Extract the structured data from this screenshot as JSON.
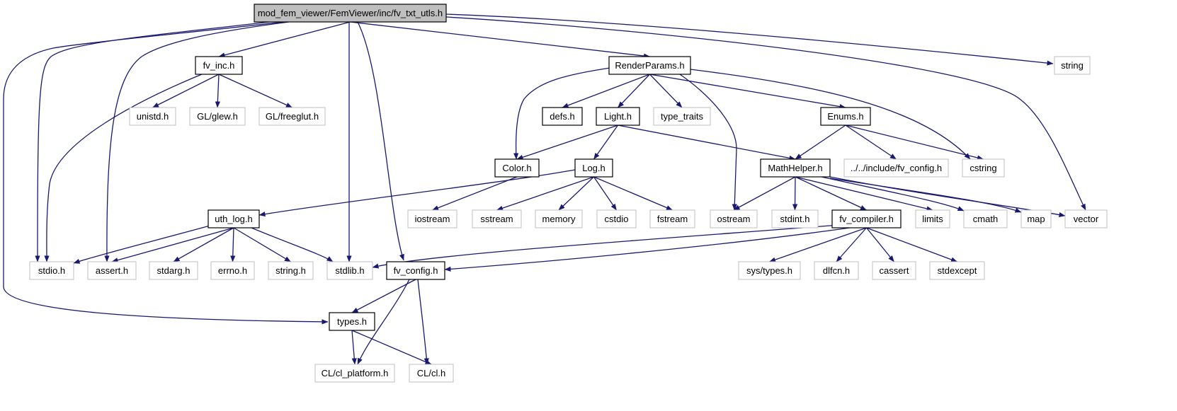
{
  "colors": {
    "edge": "#191970",
    "root_fill": "#bfbfbf",
    "node_fill": "#ffffff",
    "documented_border": "#000000",
    "external_border": "#bfbfbf",
    "text": "#000000"
  },
  "nodes": [
    {
      "id": "root",
      "label": "mod_fem_viewer/FemViewer/inc/fv_txt_utls.h",
      "kind": "root"
    },
    {
      "id": "fv_inc",
      "label": "fv_inc.h",
      "kind": "documented"
    },
    {
      "id": "renderparams",
      "label": "RenderParams.h",
      "kind": "documented"
    },
    {
      "id": "string",
      "label": "string",
      "kind": "external"
    },
    {
      "id": "unistd",
      "label": "unistd.h",
      "kind": "external"
    },
    {
      "id": "glew",
      "label": "GL/glew.h",
      "kind": "external"
    },
    {
      "id": "freeglut",
      "label": "GL/freeglut.h",
      "kind": "external"
    },
    {
      "id": "defs",
      "label": "defs.h",
      "kind": "documented"
    },
    {
      "id": "light",
      "label": "Light.h",
      "kind": "documented"
    },
    {
      "id": "type_traits",
      "label": "type_traits",
      "kind": "external"
    },
    {
      "id": "enums",
      "label": "Enums.h",
      "kind": "documented"
    },
    {
      "id": "color",
      "label": "Color.h",
      "kind": "documented"
    },
    {
      "id": "log",
      "label": "Log.h",
      "kind": "documented"
    },
    {
      "id": "mathhelper",
      "label": "MathHelper.h",
      "kind": "documented"
    },
    {
      "id": "inc_fv_config",
      "label": "../../include/fv_config.h",
      "kind": "external"
    },
    {
      "id": "cstring",
      "label": "cstring",
      "kind": "external"
    },
    {
      "id": "uth_log",
      "label": "uth_log.h",
      "kind": "documented"
    },
    {
      "id": "iostream",
      "label": "iostream",
      "kind": "external"
    },
    {
      "id": "sstream",
      "label": "sstream",
      "kind": "external"
    },
    {
      "id": "memory",
      "label": "memory",
      "kind": "external"
    },
    {
      "id": "cstdio",
      "label": "cstdio",
      "kind": "external"
    },
    {
      "id": "fstream",
      "label": "fstream",
      "kind": "external"
    },
    {
      "id": "ostream",
      "label": "ostream",
      "kind": "external"
    },
    {
      "id": "stdint",
      "label": "stdint.h",
      "kind": "external"
    },
    {
      "id": "fv_compiler",
      "label": "fv_compiler.h",
      "kind": "documented"
    },
    {
      "id": "limits",
      "label": "limits",
      "kind": "external"
    },
    {
      "id": "cmath",
      "label": "cmath",
      "kind": "external"
    },
    {
      "id": "map",
      "label": "map",
      "kind": "external"
    },
    {
      "id": "vector",
      "label": "vector",
      "kind": "external"
    },
    {
      "id": "stdio",
      "label": "stdio.h",
      "kind": "external"
    },
    {
      "id": "assert",
      "label": "assert.h",
      "kind": "external"
    },
    {
      "id": "stdarg",
      "label": "stdarg.h",
      "kind": "external"
    },
    {
      "id": "errno",
      "label": "errno.h",
      "kind": "external"
    },
    {
      "id": "string_h",
      "label": "string.h",
      "kind": "external"
    },
    {
      "id": "stdlib",
      "label": "stdlib.h",
      "kind": "external"
    },
    {
      "id": "fv_config",
      "label": "fv_config.h",
      "kind": "documented"
    },
    {
      "id": "sys_types",
      "label": "sys/types.h",
      "kind": "external"
    },
    {
      "id": "dlfcn",
      "label": "dlfcn.h",
      "kind": "external"
    },
    {
      "id": "cassert",
      "label": "cassert",
      "kind": "external"
    },
    {
      "id": "stdexcept",
      "label": "stdexcept",
      "kind": "external"
    },
    {
      "id": "types",
      "label": "types.h",
      "kind": "documented"
    },
    {
      "id": "cl_platform",
      "label": "CL/cl_platform.h",
      "kind": "external"
    },
    {
      "id": "cl",
      "label": "CL/cl.h",
      "kind": "external"
    }
  ],
  "edges": [
    [
      "root",
      "fv_inc"
    ],
    [
      "root",
      "renderparams"
    ],
    [
      "root",
      "string"
    ],
    [
      "root",
      "vector"
    ],
    [
      "root",
      "stdio"
    ],
    [
      "root",
      "assert"
    ],
    [
      "root",
      "stdlib"
    ],
    [
      "root",
      "fv_config"
    ],
    [
      "root",
      "types"
    ],
    [
      "fv_inc",
      "unistd"
    ],
    [
      "fv_inc",
      "glew"
    ],
    [
      "fv_inc",
      "freeglut"
    ],
    [
      "fv_inc",
      "stdio"
    ],
    [
      "renderparams",
      "defs"
    ],
    [
      "renderparams",
      "light"
    ],
    [
      "renderparams",
      "type_traits"
    ],
    [
      "renderparams",
      "enums"
    ],
    [
      "renderparams",
      "color"
    ],
    [
      "renderparams",
      "cstring"
    ],
    [
      "renderparams",
      "ostream"
    ],
    [
      "light",
      "color"
    ],
    [
      "light",
      "log"
    ],
    [
      "light",
      "mathhelper"
    ],
    [
      "enums",
      "mathhelper"
    ],
    [
      "enums",
      "inc_fv_config"
    ],
    [
      "enums",
      "cstring"
    ],
    [
      "color",
      "iostream"
    ],
    [
      "log",
      "uth_log"
    ],
    [
      "log",
      "sstream"
    ],
    [
      "log",
      "memory"
    ],
    [
      "log",
      "cstdio"
    ],
    [
      "log",
      "fstream"
    ],
    [
      "mathhelper",
      "ostream"
    ],
    [
      "mathhelper",
      "stdint"
    ],
    [
      "mathhelper",
      "fv_compiler"
    ],
    [
      "mathhelper",
      "limits"
    ],
    [
      "mathhelper",
      "cmath"
    ],
    [
      "mathhelper",
      "map"
    ],
    [
      "mathhelper",
      "vector"
    ],
    [
      "uth_log",
      "stdio"
    ],
    [
      "uth_log",
      "assert"
    ],
    [
      "uth_log",
      "stdarg"
    ],
    [
      "uth_log",
      "errno"
    ],
    [
      "uth_log",
      "string_h"
    ],
    [
      "uth_log",
      "stdlib"
    ],
    [
      "fv_compiler",
      "stdlib"
    ],
    [
      "fv_compiler",
      "fv_config"
    ],
    [
      "fv_compiler",
      "sys_types"
    ],
    [
      "fv_compiler",
      "dlfcn"
    ],
    [
      "fv_compiler",
      "cassert"
    ],
    [
      "fv_compiler",
      "stdexcept"
    ],
    [
      "fv_config",
      "types"
    ],
    [
      "fv_config",
      "cl_platform"
    ],
    [
      "fv_config",
      "cl"
    ],
    [
      "types",
      "cl_platform"
    ],
    [
      "types",
      "cl"
    ]
  ]
}
